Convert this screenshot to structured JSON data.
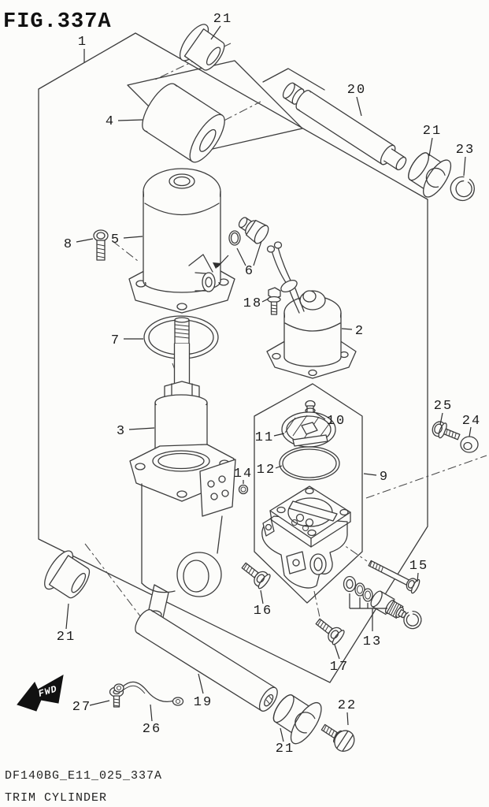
{
  "figure": {
    "id": "FIG.337A",
    "model_code": "DF140BG_E11_025_337A",
    "part_name": "TRIM CYLINDER"
  },
  "direction_indicator": {
    "label": "FWD"
  },
  "colors": {
    "background": "#fcfcfa",
    "line_art": "#3d3d3d",
    "text": "#1c1c1c",
    "fwd_arrow_fill": "#111111",
    "fwd_arrow_text": "#ffffff"
  },
  "callouts": [
    {
      "ref": "1"
    },
    {
      "ref": "21"
    },
    {
      "ref": "4"
    },
    {
      "ref": "20"
    },
    {
      "ref": "21"
    },
    {
      "ref": "23"
    },
    {
      "ref": "5"
    },
    {
      "ref": "8"
    },
    {
      "ref": "6"
    },
    {
      "ref": "18"
    },
    {
      "ref": "2"
    },
    {
      "ref": "7"
    },
    {
      "ref": "3"
    },
    {
      "ref": "10"
    },
    {
      "ref": "11"
    },
    {
      "ref": "12"
    },
    {
      "ref": "14"
    },
    {
      "ref": "9"
    },
    {
      "ref": "25"
    },
    {
      "ref": "24"
    },
    {
      "ref": "15"
    },
    {
      "ref": "16"
    },
    {
      "ref": "13"
    },
    {
      "ref": "17"
    },
    {
      "ref": "21"
    },
    {
      "ref": "19"
    },
    {
      "ref": "26"
    },
    {
      "ref": "27"
    },
    {
      "ref": "21"
    },
    {
      "ref": "22"
    }
  ]
}
